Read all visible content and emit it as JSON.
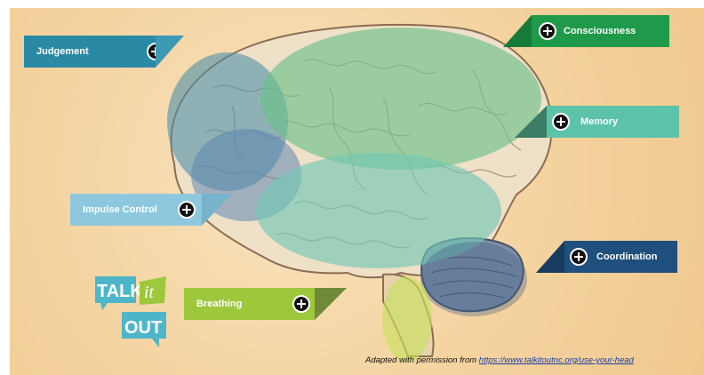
{
  "tags": {
    "judgement": "Judgement",
    "consciousness": "Consciousness",
    "memory": "Memory",
    "impulse_control": "Impulse Control",
    "coordination": "Coordination",
    "breathing": "Breathing"
  },
  "logo": {
    "talk": "TALK",
    "it": "it",
    "out": "OUT"
  },
  "credit": {
    "prefix": "Adapted with permission from ",
    "link": "https://www.talkitoutnc.org/use-your-head"
  },
  "colors": {
    "judgement": "#2a8aa6",
    "consciousness": "#1f9a4a",
    "memory": "#5cc3a8",
    "impulse_control": "#8ec8df",
    "coordination": "#1f4f7c",
    "breathing": "#9dc83b",
    "paper": "#f6d7a8"
  },
  "icons": [
    "plus-circle-icon"
  ]
}
